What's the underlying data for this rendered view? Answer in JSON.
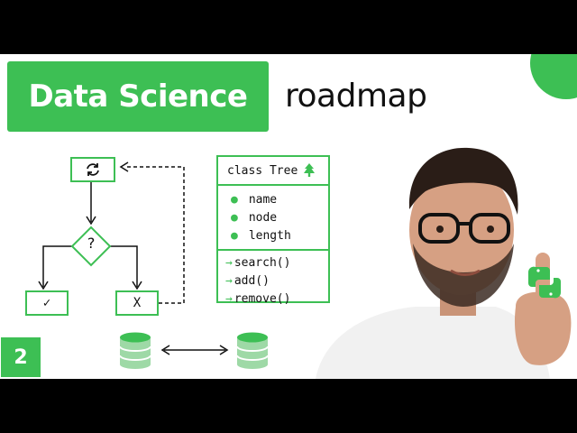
{
  "title": "Data Science",
  "subtitle": "roadmap",
  "badge_number": "2",
  "flowchart": {
    "decision_label": "?",
    "yes_label": "✓",
    "no_label": "X"
  },
  "class_card": {
    "header": "class Tree",
    "fields": [
      "name",
      "node",
      "length"
    ],
    "methods": [
      "search()",
      "add()",
      "remove()"
    ]
  },
  "colors": {
    "accent": "#3dbf54",
    "background": "#ffffff",
    "letterbox": "#000000"
  },
  "icons": [
    "refresh-icon",
    "tree-icon",
    "database-icon",
    "python-logo-icon"
  ]
}
